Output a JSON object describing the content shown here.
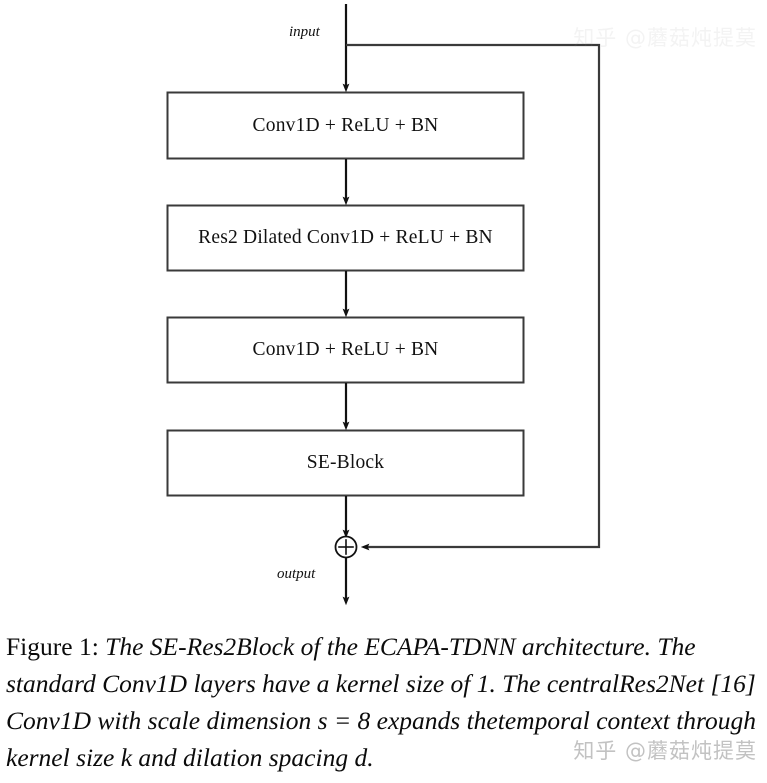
{
  "figure": {
    "blocks": [
      {
        "id": "conv1d-relu-bn-1",
        "label": "Conv1D + ReLU + BN"
      },
      {
        "id": "res2-dilated-conv1d-relu-bn",
        "label": "Res2 Dilated Conv1D + ReLU + BN"
      },
      {
        "id": "conv1d-relu-bn-2",
        "label": "Conv1D + ReLU + BN"
      },
      {
        "id": "se-block",
        "label": "SE-Block"
      }
    ],
    "flow_labels": {
      "input": "input",
      "output": "output"
    },
    "operator": {
      "name": "element-wise-sum",
      "glyph": "+"
    },
    "colors": {
      "stroke": "#3a3a3a",
      "arrow": "#111111",
      "background": "#ffffff"
    }
  },
  "caption": {
    "number": "Figure 1:",
    "line1": "The SE-Res2Block of the ECAPA-TDNN architecture.",
    "line2_a": "The standard Conv1D layers have a kernel size of 1. The central",
    "line3_a": "Res2Net [16] Conv1D with scale dimension ",
    "line3_math": "s = 8",
    "line3_b": " expands the",
    "line4_a": "temporal context through kernel size ",
    "line4_math_k": "k",
    "line4_b": " and dilation spacing ",
    "line4_math_d": "d",
    "line4_c": "."
  },
  "watermarks": {
    "top": "知乎 @蘑菇炖提莫",
    "bottom": "知乎 @蘑菇炖提莫"
  }
}
